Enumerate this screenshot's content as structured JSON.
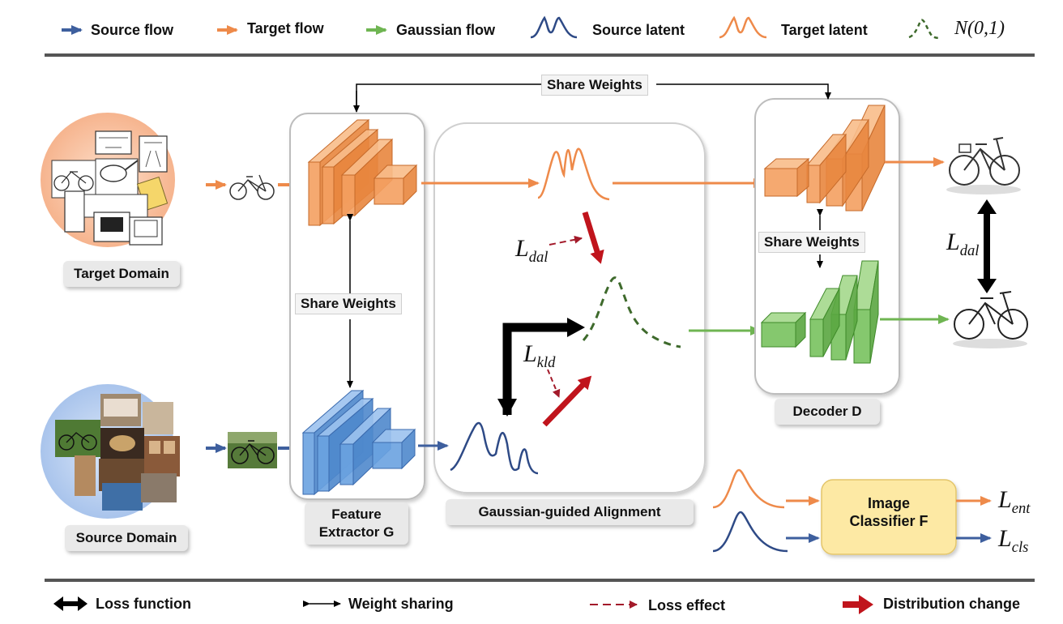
{
  "legend_top": {
    "source_flow": "Source flow",
    "target_flow": "Target flow",
    "gaussian_flow": "Gaussian flow",
    "source_latent": "Source latent",
    "target_latent": "Target latent",
    "normal": "N(0,1)"
  },
  "legend_bottom": {
    "loss_function": "Loss function",
    "weight_sharing": "Weight sharing",
    "loss_effect": "Loss effect",
    "distribution_change": "Distribution change"
  },
  "labels": {
    "target_domain": "Target Domain",
    "source_domain": "Source Domain",
    "feature_extractor_line1": "Feature",
    "feature_extractor_line2": "Extractor G",
    "gaussian_alignment": "Gaussian-guided Alignment",
    "decoder": "Decoder D",
    "classifier_line1": "Image",
    "classifier_line2": "Classifier F",
    "share_weights_top": "Share Weights",
    "share_weights_left": "Share Weights",
    "share_weights_right": "Share Weights"
  },
  "losses": {
    "l_dal_mid": {
      "base": "L",
      "sub": "dal"
    },
    "l_dal_right": {
      "base": "L",
      "sub": "dal"
    },
    "l_kld": {
      "base": "L",
      "sub": "kld"
    },
    "l_ent": {
      "base": "L",
      "sub": "ent"
    },
    "l_cls": {
      "base": "L",
      "sub": "cls"
    }
  },
  "colors": {
    "source": "#3e5f9e",
    "target": "#ee8a4a",
    "gaussian": "#6fb552",
    "loss_red": "#c0141c",
    "classifier_fill": "#fde9a4",
    "orange_block": "#f4a060",
    "blue_block": "#6aa2e0",
    "green_block": "#78c25e"
  }
}
